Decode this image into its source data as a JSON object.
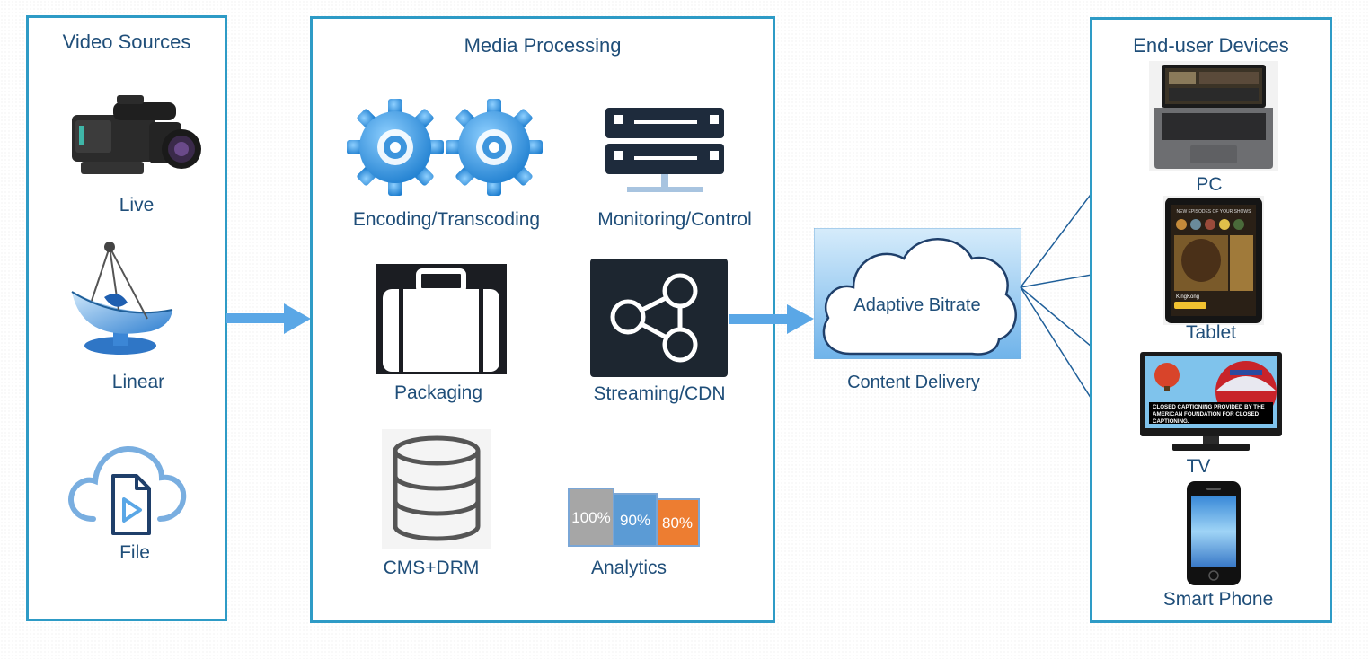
{
  "panels": {
    "video_sources": {
      "title": "Video Sources",
      "items": [
        "Live",
        "Linear",
        "File"
      ]
    },
    "media_processing": {
      "title": "Media Processing",
      "items": [
        "Encoding/Transcoding",
        "Monitoring/Control",
        "Packaging",
        "Streaming/CDN",
        "CMS+DRM",
        "Analytics"
      ],
      "analytics_bars": [
        "100%",
        "90%",
        "80%"
      ]
    },
    "content_delivery": {
      "cloud_label": "Adaptive Bitrate",
      "caption": "Content Delivery"
    },
    "end_user_devices": {
      "title": "End-user Devices",
      "items": [
        "PC",
        "Tablet",
        "TV",
        "Smart Phone"
      ],
      "tablet_screen_text": [
        "NEW EPISODES OF YOUR SHOWS",
        "KingKong"
      ],
      "tv_caption_text": [
        "CLOSED CAPTIONING PROVIDED BY THE",
        "AMERICAN FOUNDATION FOR CLOSED",
        "CAPTIONING."
      ]
    }
  },
  "colors": {
    "panel_border": "#2e9bc6",
    "label_text": "#1f4e79",
    "flow_arrow": "#5aa7e6",
    "link_line": "#1f5f99"
  }
}
